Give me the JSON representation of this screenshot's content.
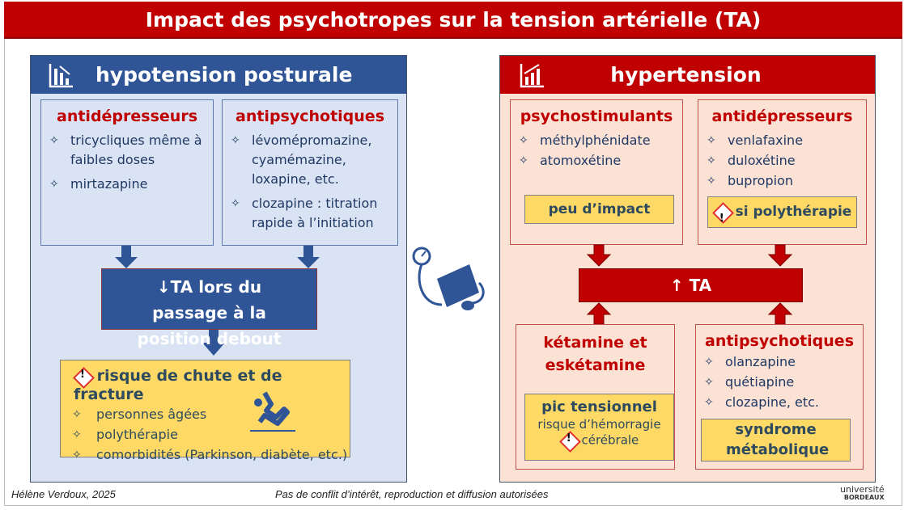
{
  "title": "Impact des psychotropes sur la tension artérielle (TA)",
  "left": {
    "header": "hypotension posturale",
    "antidepresseurs": {
      "title": "antidépresseurs",
      "items": [
        "tricycliques même à faibles doses",
        "mirtazapine"
      ]
    },
    "antipsychotiques": {
      "title": "antipsychotiques",
      "items": [
        "lévomépromazine, cyamémazine, loxapine, etc.",
        "clozapine : titration rapide à l’initiation"
      ]
    },
    "effect": "↓TA lors du passage à la position debout",
    "risk": {
      "title": "risque de chute et de fracture",
      "items": [
        "personnes âgées",
        "polythérapie",
        "comorbidités (Parkinson, diabète, etc.)"
      ]
    }
  },
  "right": {
    "header": "hypertension",
    "psychostimulants": {
      "title": "psychostimulants",
      "items": [
        "méthylphénidate",
        "atomoxétine"
      ],
      "note": "peu d’impact"
    },
    "antidepresseurs": {
      "title": "antidépresseurs",
      "items": [
        "venlafaxine",
        "duloxétine",
        "bupropion"
      ],
      "note": "si polythérapie"
    },
    "effect": "↑ TA",
    "ketamine": {
      "title": "kétamine et eskétamine",
      "note_title": "pic tensionnel",
      "note_line1": "risque d’hémorragie",
      "note_line2": "cérébrale"
    },
    "antipsychotiques": {
      "title": "antipsychotiques",
      "items": [
        "olanzapine",
        "quétiapine",
        "clozapine, etc."
      ],
      "note": "syndrome métabolique"
    }
  },
  "footer": {
    "author": "Hélène Verdoux, 2025",
    "notice": "Pas de conflit d’intérêt, reproduction et diffusion autorisées",
    "logo_line1": "université",
    "logo_line2": "BORDEAUX"
  },
  "bullet": "✧",
  "warning_mark": "!"
}
